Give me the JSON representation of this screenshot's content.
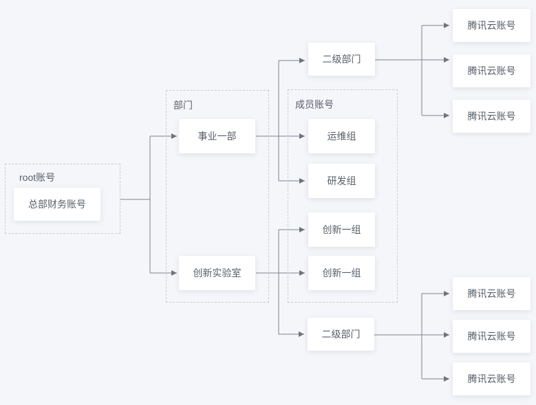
{
  "colors": {
    "background": "#f5f6fa",
    "node_background": "#ffffff",
    "connector_line": "#7b828c",
    "dashed_border": "#c7cbd3",
    "text": "#575e69"
  },
  "groups": {
    "root": {
      "label": "root账号"
    },
    "department": {
      "label": "部门"
    },
    "member": {
      "label": "成员账号"
    }
  },
  "nodes": {
    "root_account": "总部财务账号",
    "business_dept": "事业一部",
    "innovation_lab": "创新实验室",
    "sub_dept_top": "二级部门",
    "sub_dept_bottom": "二级部门",
    "ops_group": "运维组",
    "dev_group": "研发组",
    "innovation_group_1": "创新一组",
    "innovation_group_2": "创新一组",
    "cloud_accounts_top": [
      "腾讯云账号",
      "腾讯云账号",
      "腾讯云账号"
    ],
    "cloud_accounts_bottom": [
      "腾讯云账号",
      "腾讯云账号",
      "腾讯云账号"
    ]
  }
}
